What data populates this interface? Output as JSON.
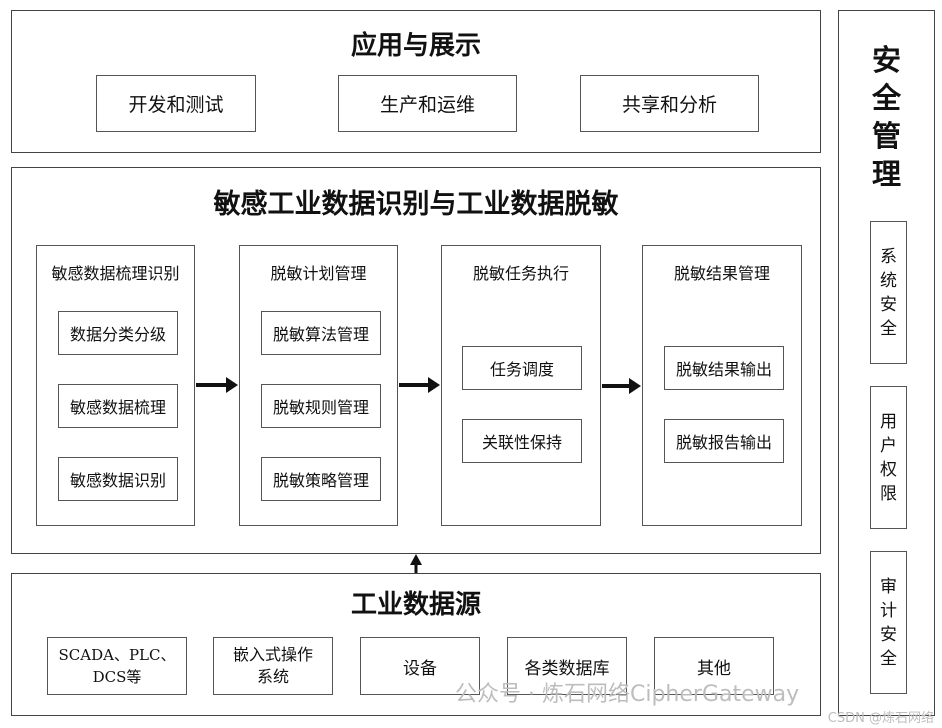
{
  "top": {
    "title": "应用与展示",
    "items": [
      "开发和测试",
      "生产和运维",
      "共享和分析"
    ]
  },
  "middle": {
    "title": "敏感工业数据识别与工业数据脱敏",
    "columns": [
      {
        "title": "敏感数据梳理识别",
        "items": [
          "数据分类分级",
          "敏感数据梳理",
          "敏感数据识别"
        ]
      },
      {
        "title": "脱敏计划管理",
        "items": [
          "脱敏算法管理",
          "脱敏规则管理",
          "脱敏策略管理"
        ]
      },
      {
        "title": "脱敏任务执行",
        "items": [
          "任务调度",
          "关联性保持"
        ]
      },
      {
        "title": "脱敏结果管理",
        "items": [
          "脱敏结果输出",
          "脱敏报告输出"
        ]
      }
    ]
  },
  "bottom": {
    "title": "工业数据源",
    "items": [
      {
        "line1": "SCADA、PLC、",
        "line2": "DCS等"
      },
      {
        "line1": "嵌入式操作",
        "line2": "系统"
      },
      {
        "line1": "设备",
        "line2": ""
      },
      {
        "line1": "各类数据库",
        "line2": ""
      },
      {
        "line1": "其他",
        "line2": ""
      }
    ]
  },
  "side": {
    "title_chars": [
      "安",
      "全",
      "管",
      "理"
    ],
    "items": [
      [
        "系",
        "统",
        "安",
        "全"
      ],
      [
        "用",
        "户",
        "权",
        "限"
      ],
      [
        "审",
        "计",
        "安",
        "全"
      ]
    ]
  },
  "watermark": {
    "text": "公众号 · 炼石网络CipherGateway",
    "credit": "CSDN @炼石网络"
  }
}
